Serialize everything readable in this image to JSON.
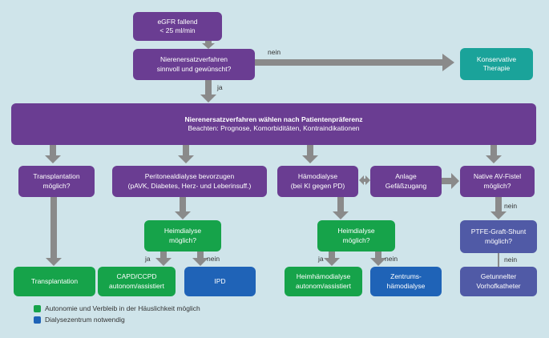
{
  "nodes": {
    "egfr": [
      "eGFR fallend",
      "< 25 ml/min"
    ],
    "nev_question": [
      "Nierenersatzverfahren",
      "sinnvoll und gewünscht?"
    ],
    "konservativ": [
      "Konservative",
      "Therapie"
    ],
    "main_title": "Nierenersatzverfahren wählen nach Patientenpräferenz",
    "main_sub": "Beachten: Prognose, Komorbiditäten, Kontraindikationen",
    "transplantation_q": [
      "Transplantation",
      "möglich?"
    ],
    "peritoneal": [
      "Peritonealdialyse bevorzugen",
      "(pAVK, Diabetes, Herz- und Leberinsuff.)"
    ],
    "haemodialyse": [
      "Hämodialyse",
      "(bei KI gegen PD)"
    ],
    "anlage": [
      "Anlage",
      "Gefäßzugang"
    ],
    "native_fistel": [
      "Native AV-Fistel",
      "möglich?"
    ],
    "heimdialyse_pd": [
      "Heimdialyse",
      "möglich?"
    ],
    "heimdialyse_hd": [
      "Heimdialyse",
      "möglich?"
    ],
    "ptfe": [
      "PTFE-Graft-Shunt",
      "möglich?"
    ],
    "transplantation": "Transplantation",
    "capd": [
      "CAPD/CCPD",
      "autonom/assistiert"
    ],
    "ipd": "IPD",
    "heimhaemodialyse": [
      "Heimhämodialyse",
      "autonom/assistiert"
    ],
    "zentrums": [
      "Zentrums-",
      "hämodialyse"
    ],
    "vorhofkatheter": [
      "Getunnelter",
      "Vorhofkatheter"
    ]
  },
  "edge_labels": {
    "nein_top": "nein",
    "ja_top": "ja",
    "ja_capd": "ja",
    "nein_ipd": "nein",
    "ja_heimhd": "ja",
    "nein_zentrum": "nein",
    "nein_ptfe": "nein",
    "nein_vorhof": "nein"
  },
  "legend": [
    {
      "color": "#16a34a",
      "label": "Autonomie und Verbleib in der Häuslichkeit möglich"
    },
    {
      "color": "#1f63b7",
      "label": "Dialysezentrum notwendig"
    }
  ],
  "colors": {
    "purple": "#6a3d92",
    "green": "#16a34a",
    "teal": "#1aa39a",
    "blue": "#1f63b7",
    "slate": "#505aa6",
    "arrow": "#8a8a8a",
    "background": "#cfe4ea"
  }
}
